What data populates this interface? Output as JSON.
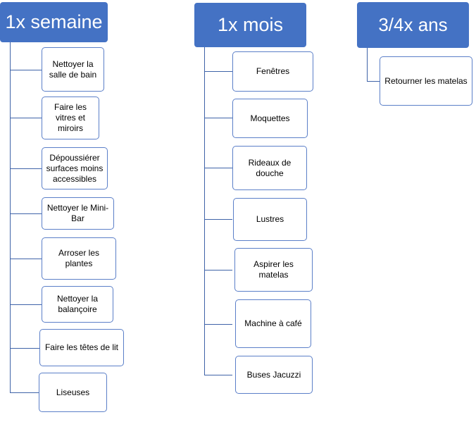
{
  "columns": [
    {
      "title": "1x semaine",
      "tasks": [
        "Nettoyer la salle de bain",
        "Faire les vitres et miroirs",
        "Dépoussiérer surfaces moins accessibles",
        "Nettoyer le Mini-Bar",
        "Arroser les plantes",
        "Nettoyer la balançoire",
        "Faire les têtes de lit",
        "Liseuses"
      ]
    },
    {
      "title": "1x mois",
      "tasks": [
        "Fenêtres",
        "Moquettes",
        "Rideaux de douche",
        "Lustres",
        "Aspirer les matelas",
        "Machine à café",
        "Buses Jacuzzi"
      ]
    },
    {
      "title": "3/4x ans",
      "tasks": [
        "Retourner les matelas"
      ]
    }
  ],
  "colors": {
    "header_fill": "#4472c4",
    "header_text": "#ffffff",
    "task_border": "#5b7fc8",
    "connector": "#3f63a8"
  }
}
